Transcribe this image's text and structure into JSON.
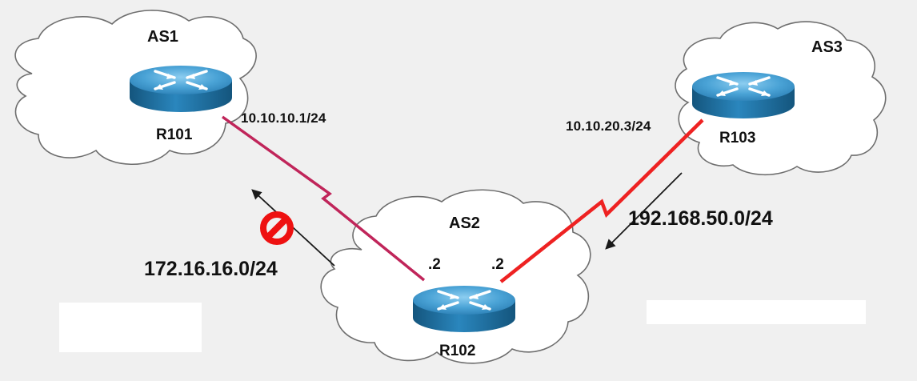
{
  "as_clouds": {
    "as1": "AS1",
    "as2": "AS2",
    "as3": "AS3"
  },
  "routers": {
    "r101": "R101",
    "r102": "R102",
    "r103": "R103"
  },
  "interfaces": {
    "r101_ip": "10.10.10.1/24",
    "r103_ip": "10.10.20.3/24",
    "r102_left_if": ".2",
    "r102_right_if": ".2"
  },
  "advertised_networks": {
    "blocked": "172.16.16.0/24",
    "received": "192.168.50.0/24"
  },
  "colors": {
    "background": "#f0f0f0",
    "cloud_fill": "#ffffff",
    "cloud_stroke": "#6e6e6e",
    "link_left": "#c0255a",
    "link_right": "#ee2222",
    "router_top": "#4aa3d6",
    "router_side": "#1f6f9e",
    "deny_symbol": "#ee1111",
    "arrow": "#1a1a1a"
  },
  "icons": {
    "router": "router-icon",
    "blocked": "no-entry-icon",
    "arrow": "arrow-icon"
  }
}
